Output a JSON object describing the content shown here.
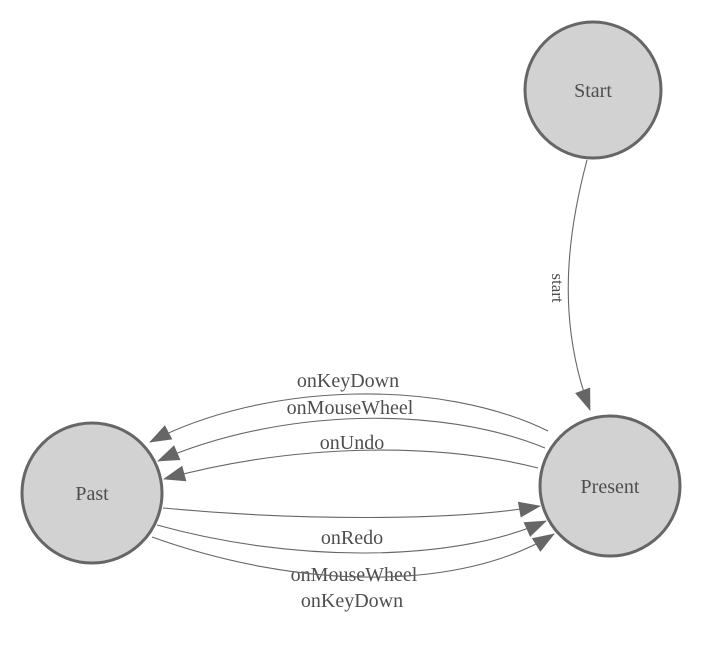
{
  "diagram": {
    "type": "state-machine-graph",
    "background_color": "#ffffff",
    "colors": {
      "node_fill": "#d2d2d2",
      "node_stroke": "#666666",
      "edge_stroke": "#666666",
      "arrowhead_fill": "#666666",
      "label_text": "#4e4e4e"
    },
    "nodes": [
      {
        "id": "start",
        "label": "Start"
      },
      {
        "id": "present",
        "label": "Present"
      },
      {
        "id": "past",
        "label": "Past"
      }
    ],
    "edges": [
      {
        "from": "Start",
        "to": "Present",
        "label": "start"
      },
      {
        "from": "Present",
        "to": "Past",
        "label": "onKeyDown"
      },
      {
        "from": "Present",
        "to": "Past",
        "label": "onMouseWheel"
      },
      {
        "from": "Present",
        "to": "Past",
        "label": "onUndo"
      },
      {
        "from": "Past",
        "to": "Present",
        "label": "onRedo"
      },
      {
        "from": "Past",
        "to": "Present",
        "label": "onMouseWheel"
      },
      {
        "from": "Past",
        "to": "Present",
        "label": "onKeyDown"
      }
    ]
  }
}
